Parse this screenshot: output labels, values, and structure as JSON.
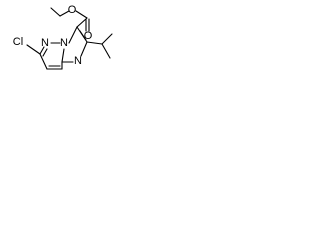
{
  "molecule": {
    "atoms": {
      "o_ether": "O",
      "o_carbonyl": "O",
      "n_pyridazine": "N",
      "n_bridgehead": "N",
      "n_imidazole": "N",
      "cl": "Cl"
    },
    "colors": {
      "bond": "#000000",
      "label": "#000000",
      "background": "#ffffff"
    }
  }
}
